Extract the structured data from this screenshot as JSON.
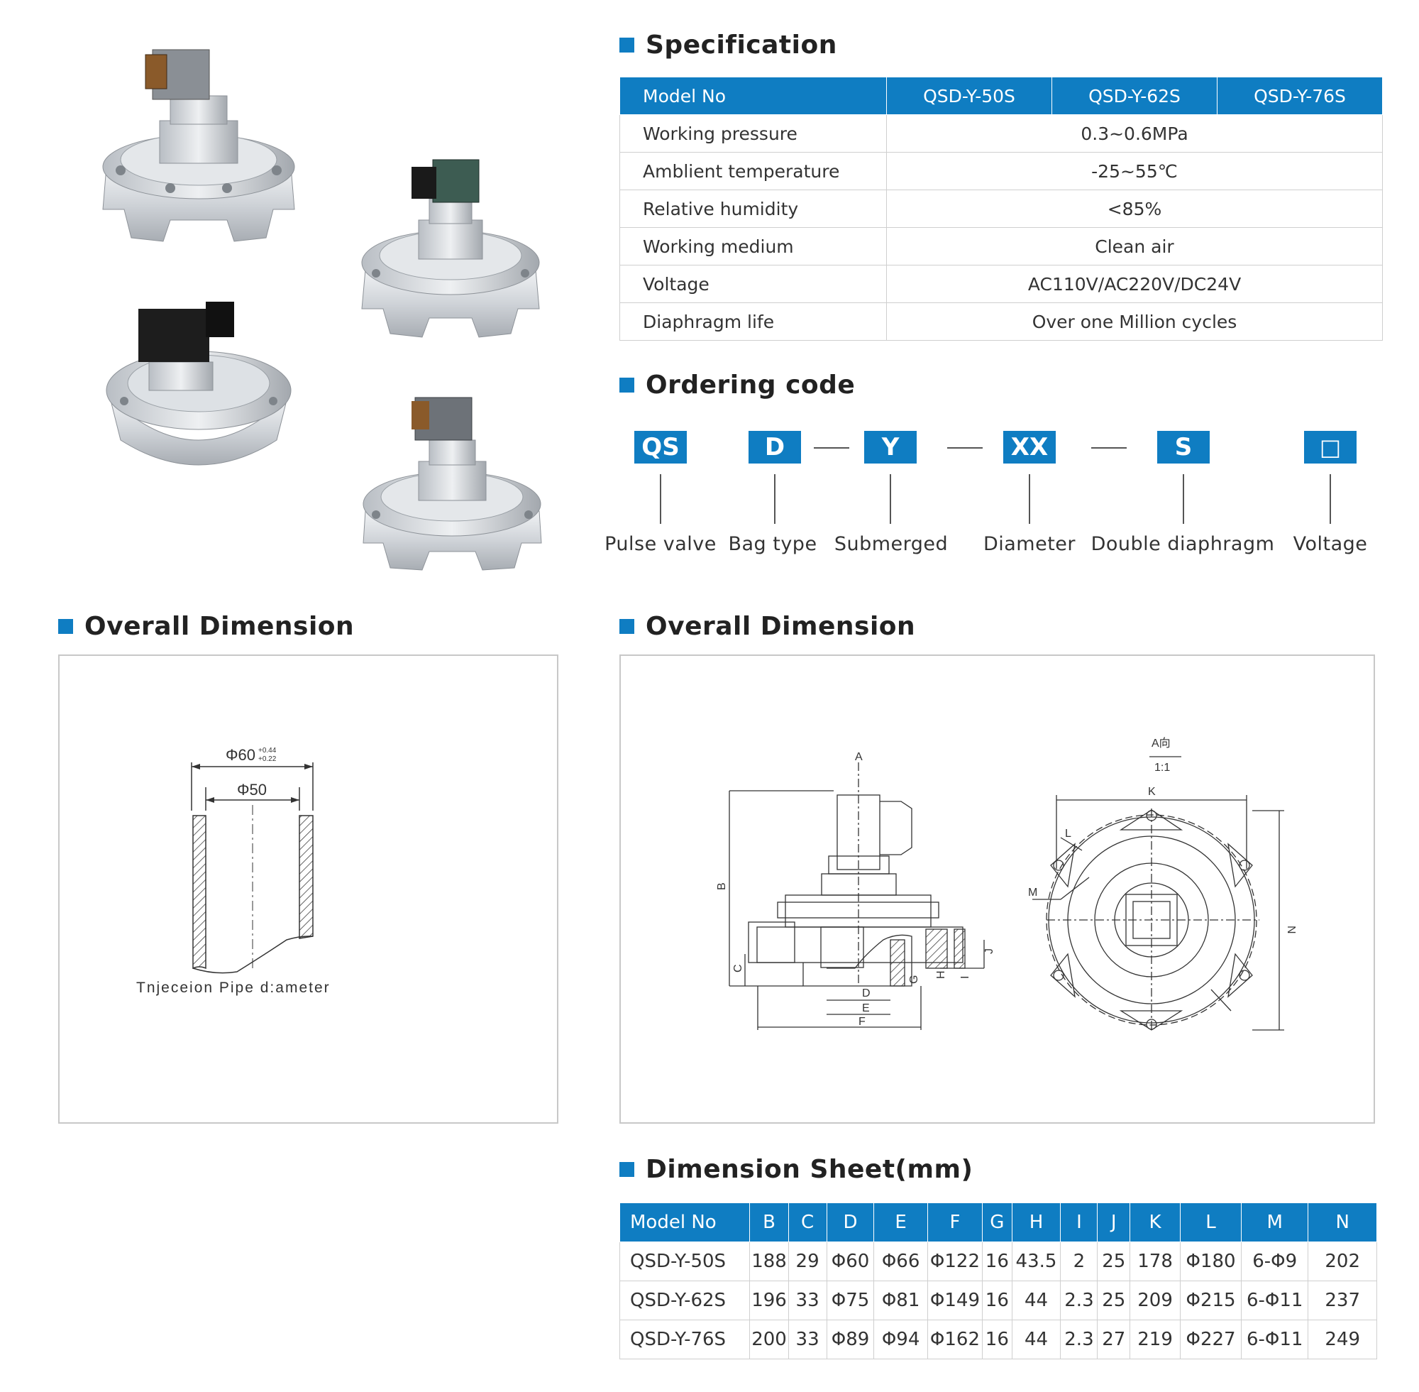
{
  "sections": {
    "specification": "Specification",
    "ordering_code": "Ordering code",
    "overall_dimension_left": "Overall Dimension",
    "overall_dimension_right": "Overall Dimension",
    "dimension_sheet": "Dimension Sheet(mm)"
  },
  "spec_table": {
    "header": [
      "Model No",
      "QSD-Y-50S",
      "QSD-Y-62S",
      "QSD-Y-76S"
    ],
    "rows": [
      {
        "label": "Working pressure",
        "value": "0.3~0.6MPa"
      },
      {
        "label": "Amblient temperature",
        "value": "-25~55℃"
      },
      {
        "label": "Relative humidity",
        "value": "<85%"
      },
      {
        "label": "Working medium",
        "value": "Clean air"
      },
      {
        "label": "Voltage",
        "value": "AC110V/AC220V/DC24V"
      },
      {
        "label": "Diaphragm life",
        "value": "Over one Million cycles"
      }
    ]
  },
  "ordering": {
    "codes": [
      "QS",
      "D",
      "Y",
      "XX",
      "S",
      "□"
    ],
    "labels": [
      "Pulse valve",
      "Bag type",
      "Submerged",
      "Diameter",
      "Double diaphragm",
      "Voltage"
    ]
  },
  "pipe_drawing": {
    "outer_dim_base": "Φ60",
    "tol_upper": "+0.44",
    "tol_lower": "+0.22",
    "inner_dim": "Φ50",
    "caption": "Tnjeceion Pipe d:ameter"
  },
  "valve_drawing": {
    "view_label": "A向",
    "scale": "1:1",
    "letters": {
      "A": "A",
      "B": "B",
      "C": "C",
      "D": "D",
      "E": "E",
      "F": "F",
      "G": "G",
      "H": "H",
      "I": "I",
      "J": "J",
      "K": "K",
      "L": "L",
      "M": "M",
      "N": "N"
    }
  },
  "dim_table": {
    "header": [
      "Model No",
      "B",
      "C",
      "D",
      "E",
      "F",
      "G",
      "H",
      "I",
      "J",
      "K",
      "L",
      "M",
      "N"
    ],
    "rows": [
      [
        "QSD-Y-50S",
        "188",
        "29",
        "Φ60",
        "Φ66",
        "Φ122",
        "16",
        "43.5",
        "2",
        "25",
        "178",
        "Φ180",
        "6-Φ9",
        "202"
      ],
      [
        "QSD-Y-62S",
        "196",
        "33",
        "Φ75",
        "Φ81",
        "Φ149",
        "16",
        "44",
        "2.3",
        "25",
        "209",
        "Φ215",
        "6-Φ11",
        "237"
      ],
      [
        "QSD-Y-76S",
        "200",
        "33",
        "Φ89",
        "Φ94",
        "Φ162",
        "16",
        "44",
        "2.3",
        "27",
        "219",
        "Φ227",
        "6-Φ11",
        "249"
      ]
    ]
  },
  "colors": {
    "accent": "#0f7dc2",
    "border": "#c8c8c8",
    "text": "#333333"
  }
}
